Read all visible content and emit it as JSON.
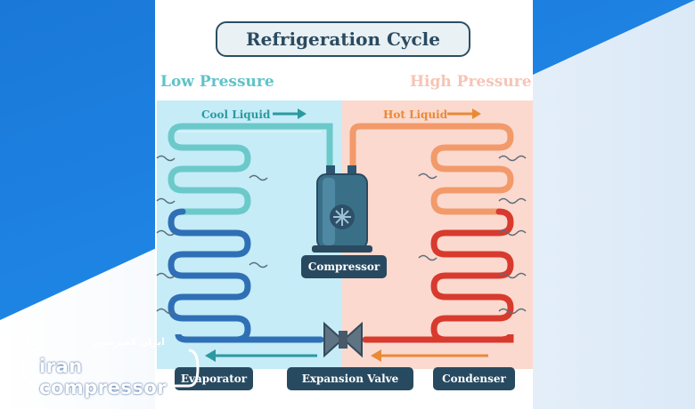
{
  "title": "Refrigeration Cycle",
  "zones": {
    "low_label": "Low Pressure",
    "high_label": "High Pressure"
  },
  "flows": {
    "cool": "Cool Liquid",
    "hot": "Hot Liquid"
  },
  "components": {
    "compressor": "Compressor",
    "evaporator": "Evaporator",
    "expansion_valve": "Expansion Valve",
    "condenser": "Condenser"
  },
  "logo": {
    "text": "iran compressor",
    "persian": "ایران کمپرسور"
  },
  "colors": {
    "low_zone": "#c5ecf7",
    "high_zone": "#fbd9cf",
    "cool_arrow": "#2a9aa0",
    "hot_arrow": "#e98a35",
    "coil_cool": "#6cc9c9",
    "coil_blue": "#2f6fb6",
    "coil_orange": "#f29a6a",
    "coil_red": "#d83a2e",
    "tag_bg": "#284a60"
  },
  "icons": [
    "compressor-icon",
    "valve-icon",
    "arrow-right-icon",
    "arrow-left-icon",
    "gauge-icon"
  ]
}
